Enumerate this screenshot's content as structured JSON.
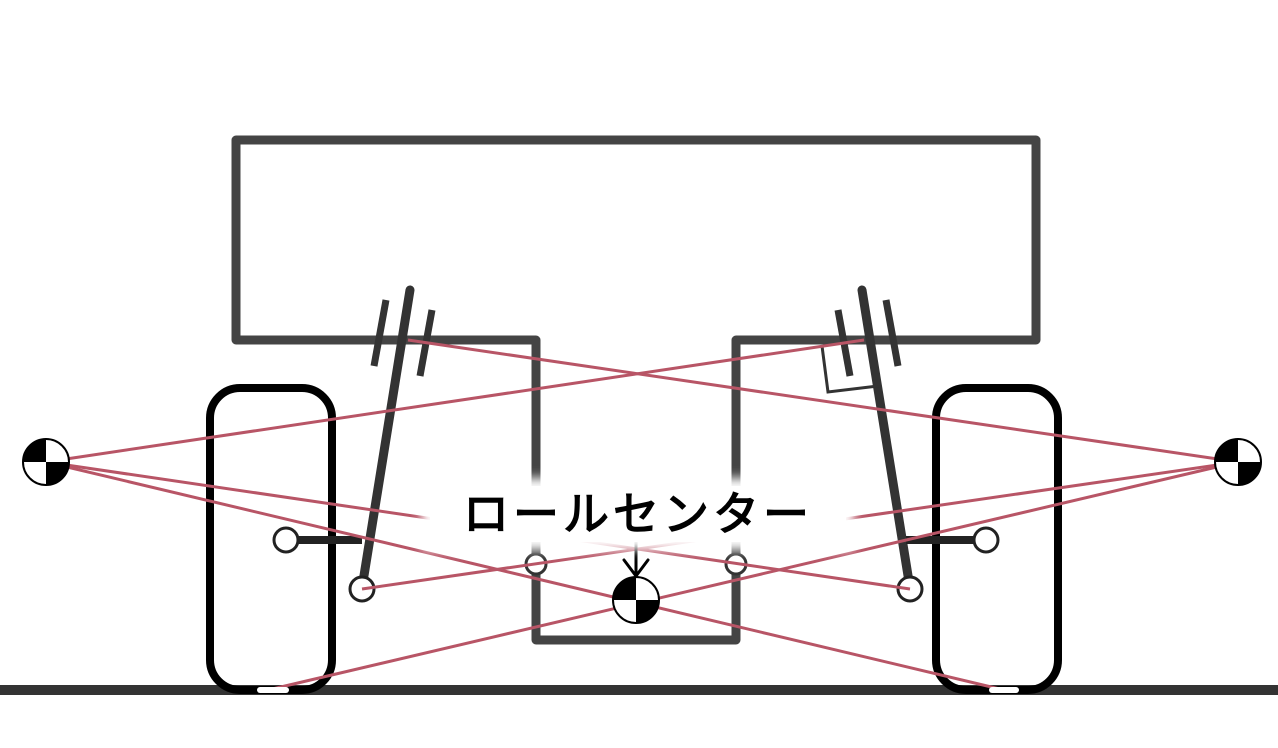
{
  "diagram": {
    "label": "ロールセンター",
    "colors": {
      "structure": "#444444",
      "tire": "#000000",
      "construction_lines": "#b85566",
      "marker_fill": "#000000",
      "background": "#ffffff"
    },
    "markers": [
      {
        "name": "left-instant-center-marker"
      },
      {
        "name": "right-instant-center-marker"
      },
      {
        "name": "roll-center-marker"
      }
    ]
  }
}
